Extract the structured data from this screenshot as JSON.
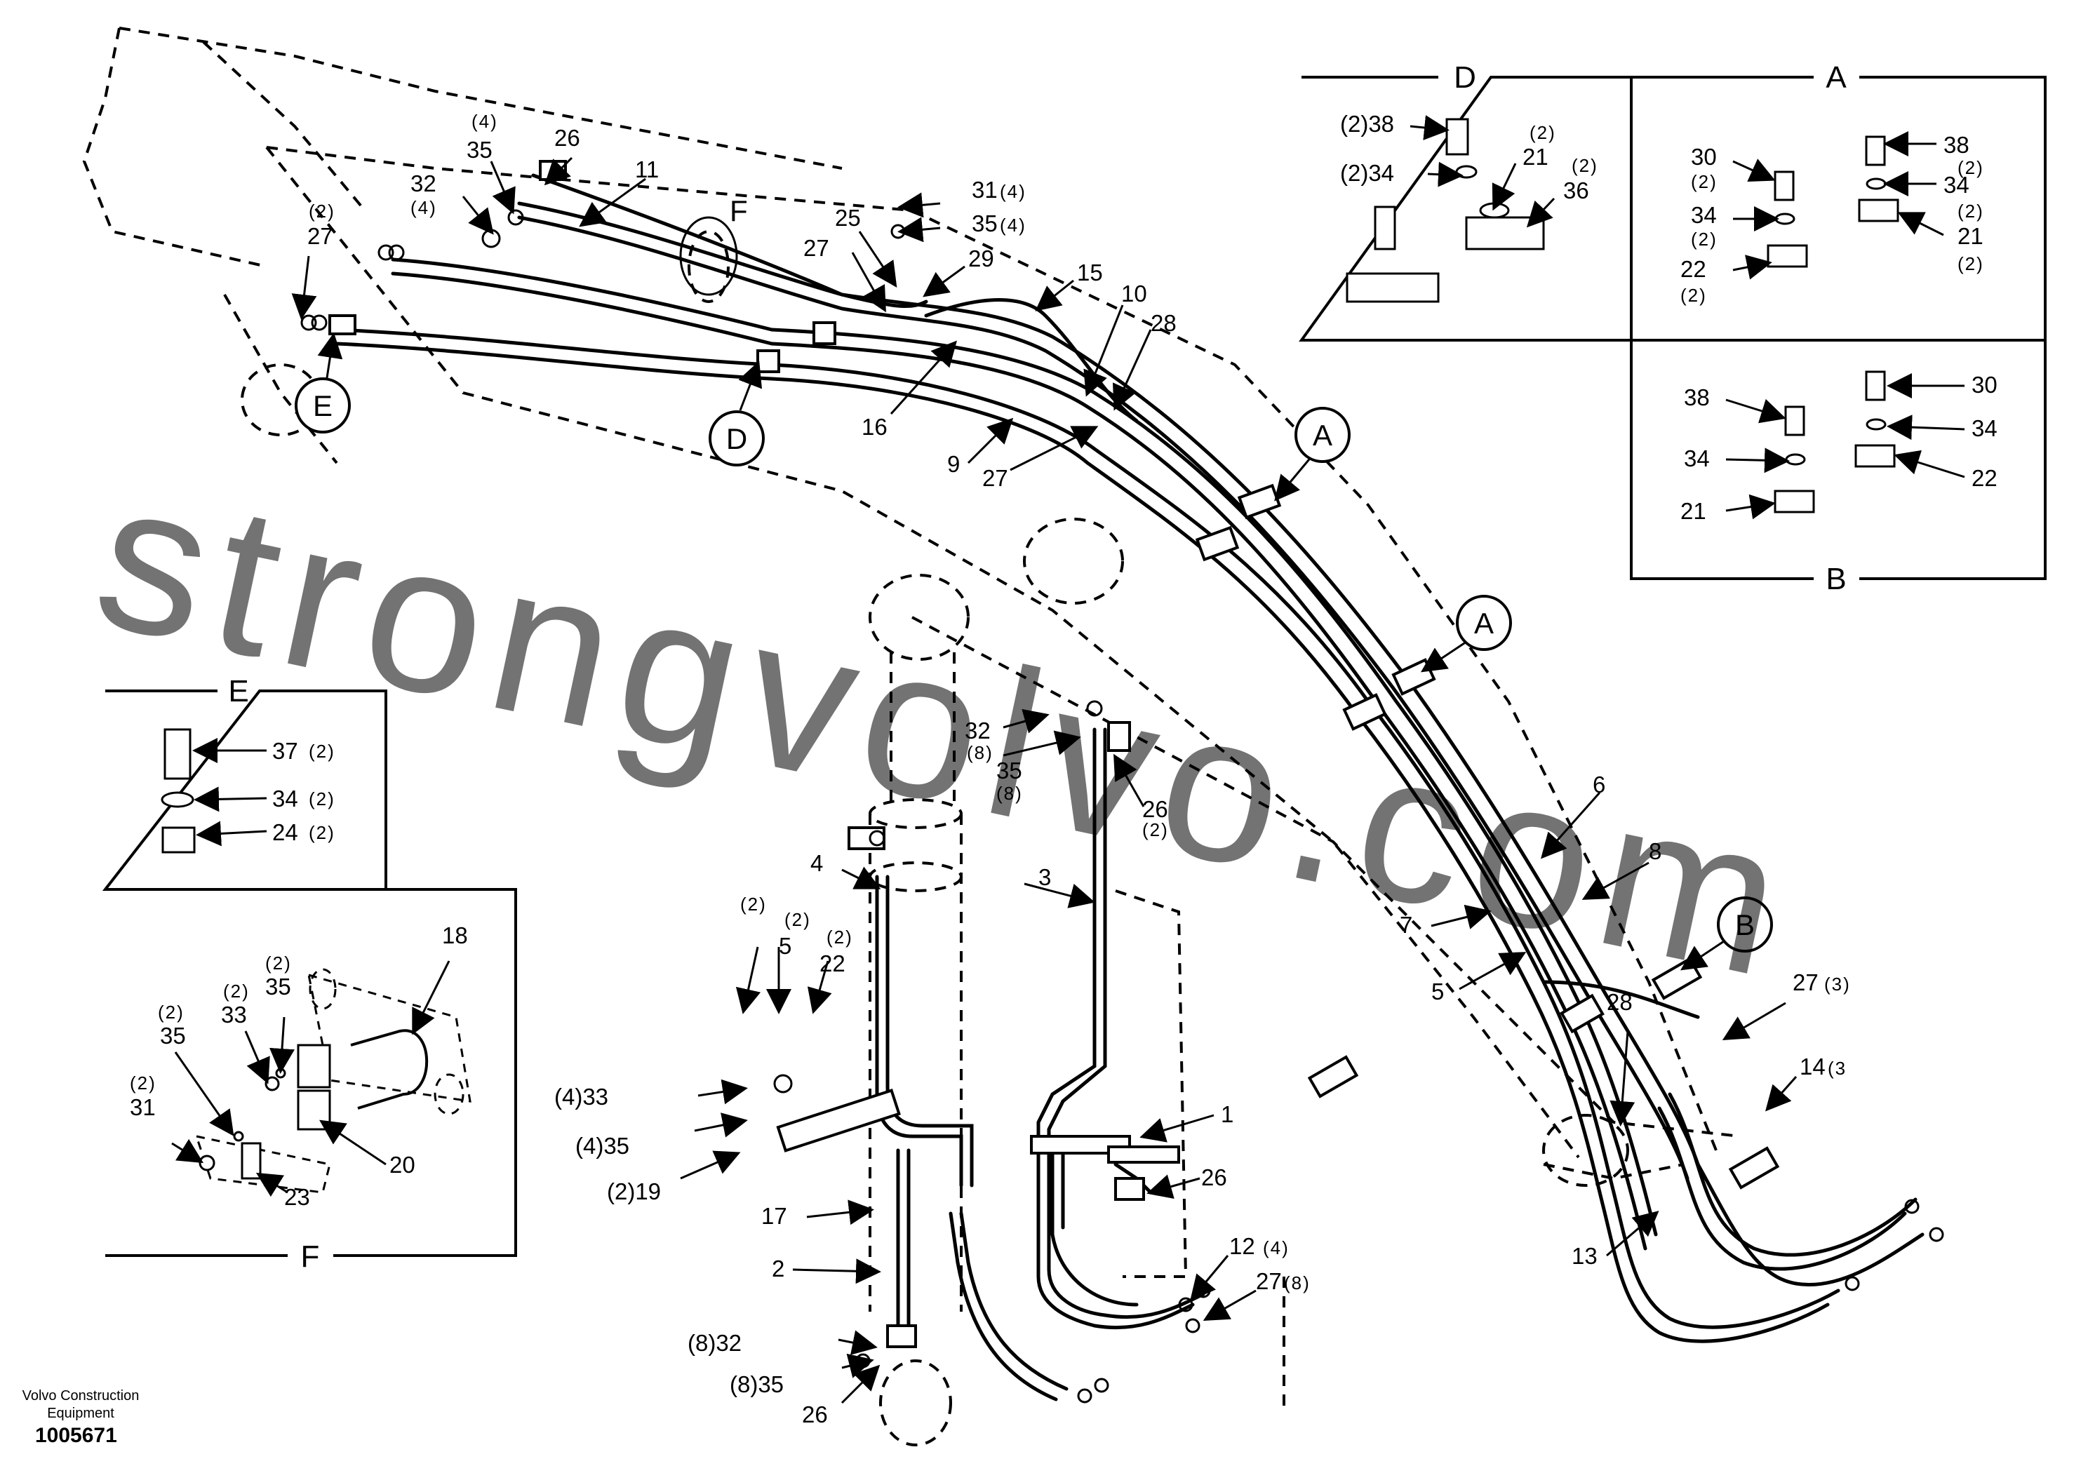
{
  "watermark": "strongvolvo.com",
  "footer": {
    "brand_line1": "Volvo Construction",
    "brand_line2": "Equipment",
    "drawing_number": "1005671"
  },
  "callouts": [
    "A",
    "A",
    "B",
    "D",
    "E",
    "F"
  ],
  "details": {
    "D": {
      "title": "D",
      "labels": [
        "(2)38",
        "(2)34",
        "(2)",
        "21",
        "(2)",
        "36"
      ]
    },
    "A": {
      "title": "A",
      "labels": [
        "30",
        "(2)",
        "38",
        "(2)",
        "34",
        "(2)",
        "34",
        "(2)",
        "21",
        "(2)",
        "22",
        "(2)"
      ]
    },
    "B": {
      "title": "B",
      "labels": [
        "38",
        "30",
        "34",
        "34",
        "22",
        "21"
      ]
    },
    "E": {
      "title": "E",
      "labels": [
        "37",
        "(2)",
        "34",
        "(2)",
        "24",
        "(2)"
      ]
    },
    "F": {
      "title": "F",
      "labels": [
        "18",
        "(2)",
        "33",
        "(2)",
        "35",
        "(2)",
        "35",
        "(2)",
        "31",
        "20",
        "23"
      ]
    }
  },
  "part_labels": [
    "(4)",
    "35",
    "26",
    "11",
    "32",
    "(4)",
    "(2)",
    "27",
    "31",
    "(4)",
    "35",
    "(4)",
    "25",
    "27",
    "29",
    "15",
    "10",
    "28",
    "16",
    "9",
    "27",
    "6",
    "8",
    "7",
    "5",
    "28",
    "27",
    "(3)",
    "14",
    "(3",
    "13",
    "32",
    "(8)",
    "35",
    "(8)",
    "26",
    "(2)",
    "3",
    "4",
    "(2)",
    "(2)",
    "(2)",
    "5",
    "22",
    "(4)33",
    "(4)35",
    "(2)19",
    "17",
    "2",
    "(8)32",
    "(8)35",
    "26",
    "1",
    "26",
    "12",
    "(4)",
    "27",
    "(8)"
  ]
}
